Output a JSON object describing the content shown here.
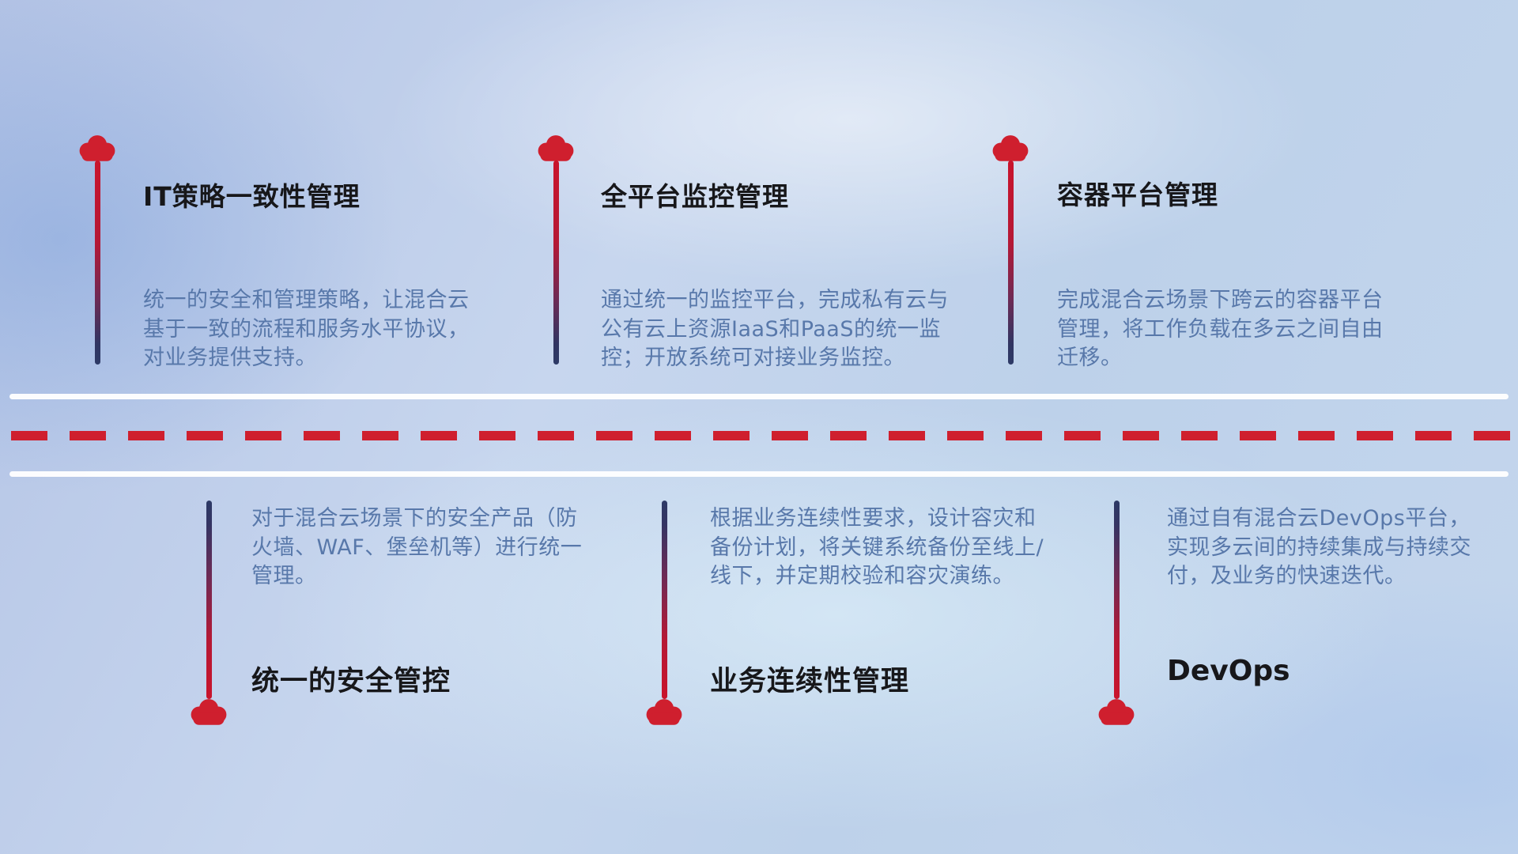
{
  "colors": {
    "accent_red": "#cf1f2e",
    "pin_navy": "#2d3a66",
    "title_color": "#17171a",
    "description_color": "#5878aa",
    "road_white": "#ffffff",
    "background_blue": "#c0d2ea"
  },
  "top_items": [
    {
      "title": "IT策略一致性管理",
      "desc": "统一的安全和管理策略，让混合云基于一致的流程和服务水平协议，对业务提供支持。"
    },
    {
      "title": "全平台监控管理",
      "desc": "通过统一的监控平台，完成私有云与公有云上资源IaaS和PaaS的统一监控；开放系统可对接业务监控。"
    },
    {
      "title": "容器平台管理",
      "desc": "完成混合云场景下跨云的容器平台管理，将工作负载在多云之间自由迁移。"
    }
  ],
  "bottom_items": [
    {
      "title": "统一的安全管控",
      "desc": "对于混合云场景下的安全产品（防火墙、WAF、堡垒机等）进行统一管理。"
    },
    {
      "title": "业务连续性管理",
      "desc": "根据业务连续性要求，设计容灾和备份计划，将关键系统备份至线上/线下，并定期校验和容灾演练。"
    },
    {
      "title": "DevOps",
      "desc": "通过自有混合云DevOps平台，实现多云间的持续集成与持续交付，及业务的快速迭代。"
    }
  ]
}
